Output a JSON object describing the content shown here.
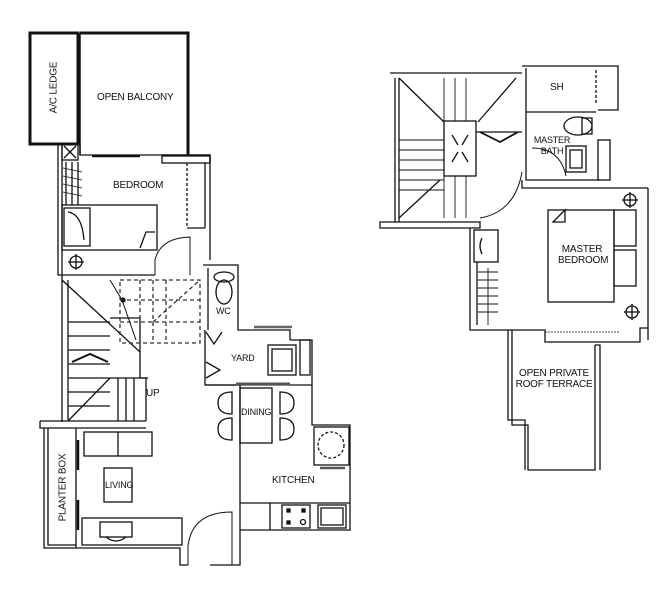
{
  "floor_plan": {
    "lower_level": {
      "rooms": [
        {
          "id": "ac_ledge",
          "label": "A/C LEDGE"
        },
        {
          "id": "open_balcony",
          "label": "OPEN BALCONY"
        },
        {
          "id": "bedroom",
          "label": "BEDROOM"
        },
        {
          "id": "wc",
          "label": "WC"
        },
        {
          "id": "yard",
          "label": "YARD"
        },
        {
          "id": "dining",
          "label": "DINING"
        },
        {
          "id": "living",
          "label": "LIVING"
        },
        {
          "id": "kitchen",
          "label": "KITCHEN"
        },
        {
          "id": "planter_box",
          "label": "PLANTER BOX"
        }
      ],
      "stair_label": "UP"
    },
    "upper_level": {
      "rooms": [
        {
          "id": "sh",
          "label": "SH"
        },
        {
          "id": "master_bath",
          "label": "MASTER BATH"
        },
        {
          "id": "master_bedroom",
          "label": "MASTER BEDROOM"
        },
        {
          "id": "roof_terrace",
          "label": "OPEN PRIVATE ROOF TERRACE"
        }
      ]
    },
    "colors": {
      "line": "#111111",
      "background": "#ffffff",
      "dashed": "#333333"
    }
  }
}
